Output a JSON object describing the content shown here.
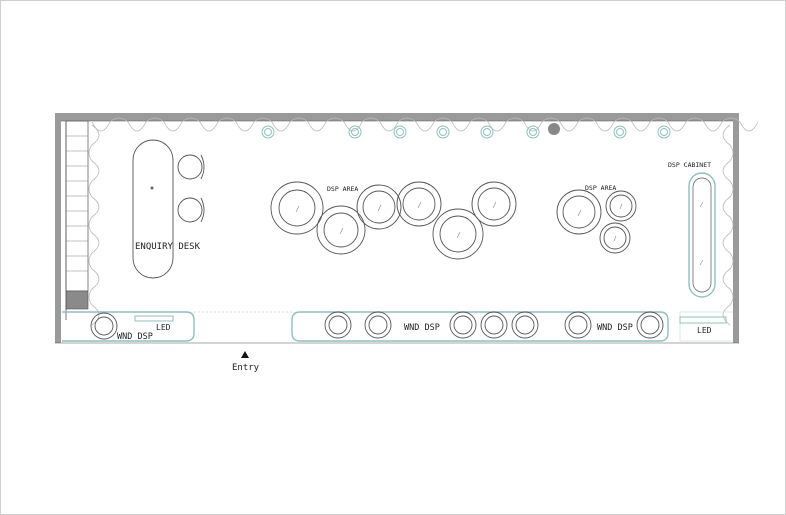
{
  "labels": {
    "enquiry_desk": "ENQUIRY DESK",
    "dsp_area_left": "DSP AREA",
    "dsp_area_right": "DSP AREA",
    "dsp_cabinet": "DSP CABINET",
    "wnd_dsp_1": "WND DSP",
    "wnd_dsp_2": "WND DSP",
    "wnd_dsp_3": "WND DSP",
    "led_left": "LED",
    "led_right": "LED",
    "entry": "Entry"
  },
  "colors": {
    "wall": "#9a9a9a",
    "line": "#555555",
    "fixture": "#8fbfbf",
    "curtain": "#bbbbbb",
    "accent_dot": "#888888"
  }
}
